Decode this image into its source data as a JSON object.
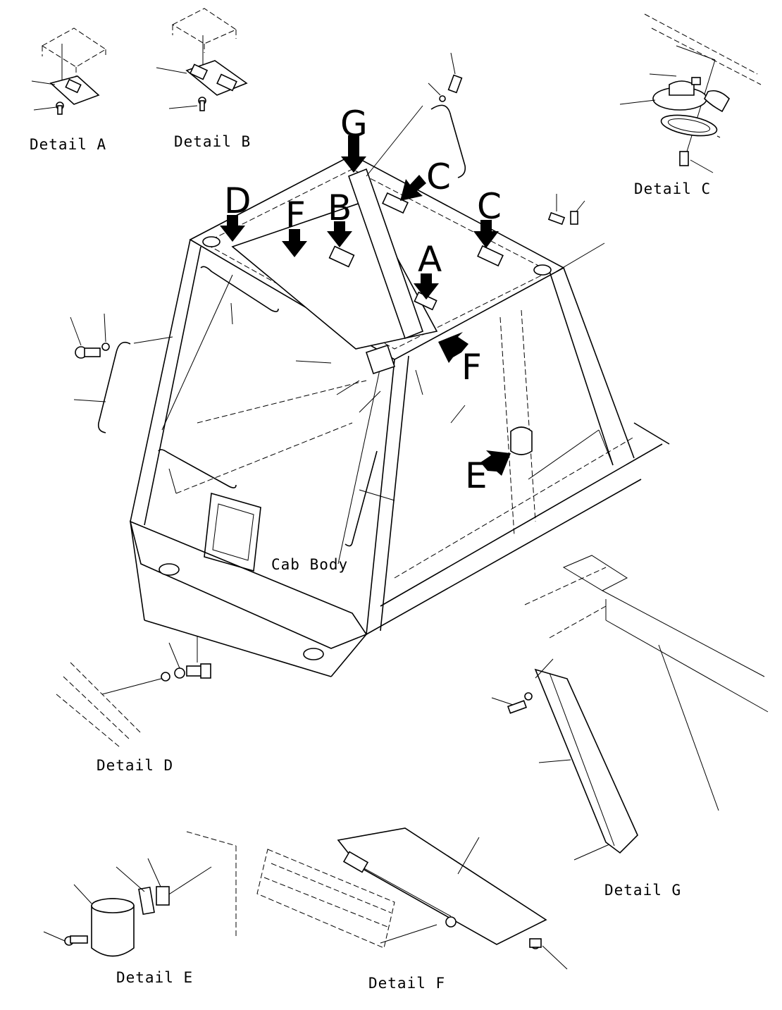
{
  "labels": {
    "detail_a": "Detail A",
    "detail_b": "Detail B",
    "detail_c": "Detail C",
    "detail_d": "Detail D",
    "detail_e": "Detail E",
    "detail_f": "Detail F",
    "detail_g": "Detail G",
    "cab_body": "Cab Body"
  },
  "callouts": {
    "a": "A",
    "b": "B",
    "c1": "C",
    "c2": "C",
    "d": "D",
    "e": "E",
    "f1": "F",
    "f2": "F",
    "g": "G"
  }
}
